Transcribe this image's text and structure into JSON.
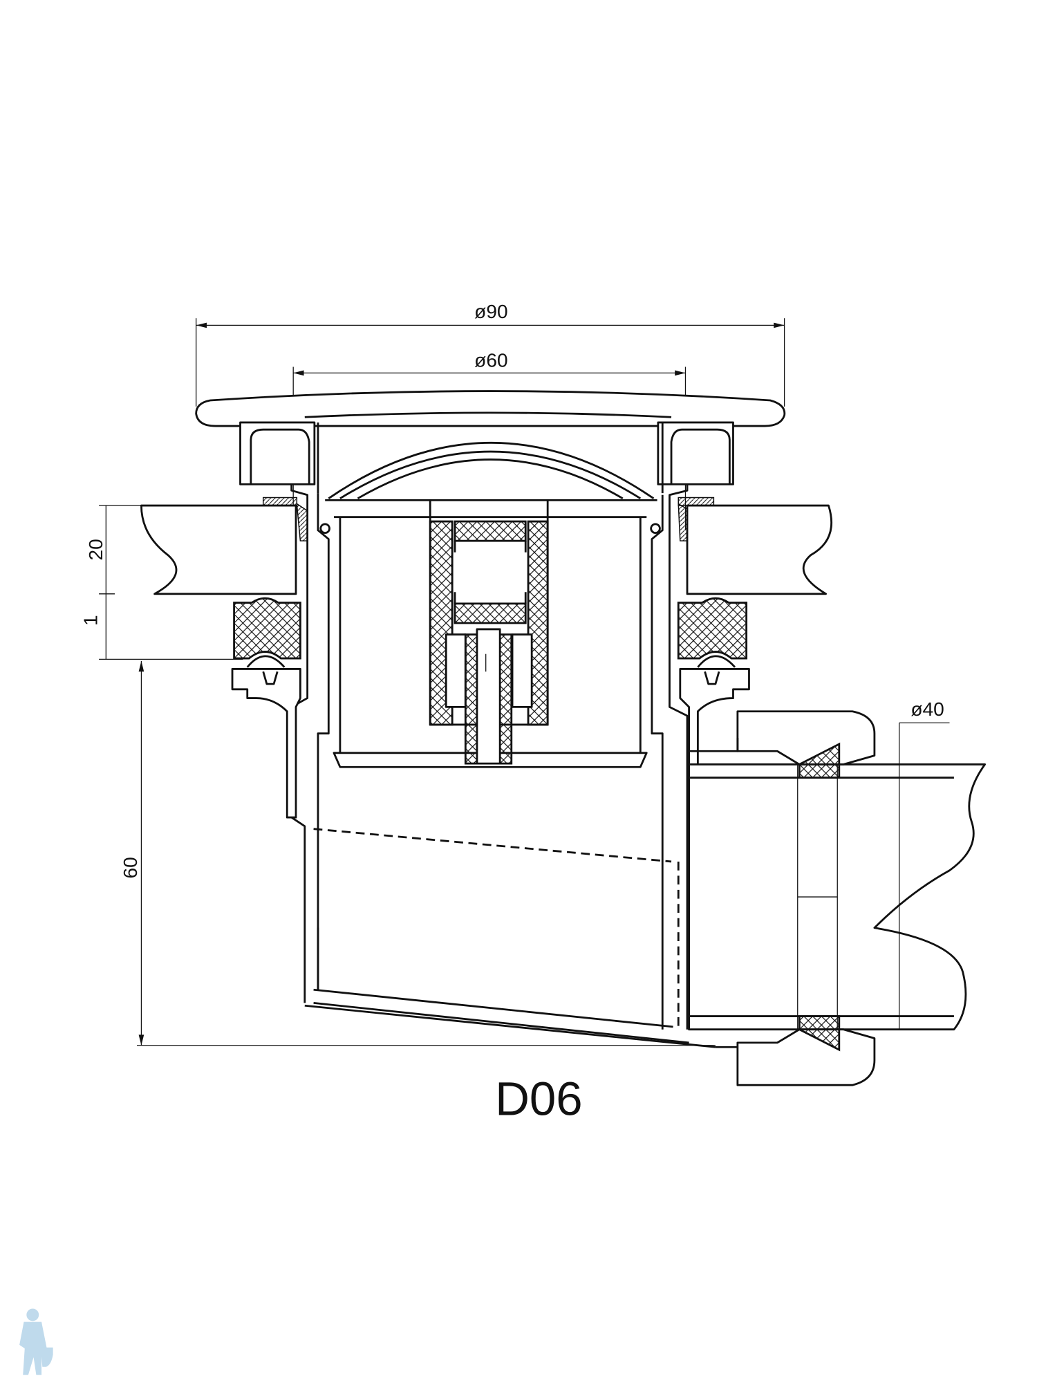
{
  "drawing": {
    "title": "D06",
    "dimensions": {
      "outer_diameter": "ø90",
      "inner_diameter": "ø60",
      "outlet_diameter": "ø40",
      "countertop_thickness": "20",
      "gasket_gap": "1",
      "body_height": "60"
    }
  },
  "colors": {
    "line": "#111111",
    "watermark": "#b9d6ea"
  }
}
